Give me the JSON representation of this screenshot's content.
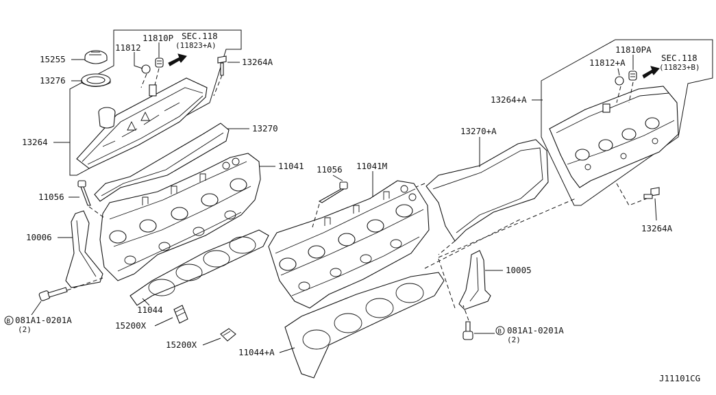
{
  "diagram_code": "J11101CG",
  "left_bank": {
    "labels": {
      "oil_cap": "15255",
      "cap_gasket": "13276",
      "cover": "13264",
      "cover_gasket": "13270",
      "head": "11041",
      "bolt": "11056",
      "bracket": "10006",
      "head_gasket": "11044",
      "plug_a": "15200X",
      "plug_b": "15200X",
      "stud": "13264A",
      "grommet": "11812",
      "pcv": "11810P",
      "sec_ref": "SEC.118",
      "sec_sub": "(11823+A)",
      "flange_bolt": "081A1-0201A",
      "flange_qty": "(2)",
      "flange_mark": "B"
    }
  },
  "right_bank": {
    "labels": {
      "cover": "13264+A",
      "cover_gasket": "13270+A",
      "head": "11041M",
      "bolt": "11056",
      "bracket": "10005",
      "head_gasket": "11044+A",
      "stud": "13264A",
      "grommet": "11812+A",
      "pcv": "11810PA",
      "sec_ref": "SEC.118",
      "sec_sub": "(11823+B)",
      "flange_bolt": "081A1-0201A",
      "flange_qty": "(2)",
      "flange_mark": "B"
    }
  }
}
